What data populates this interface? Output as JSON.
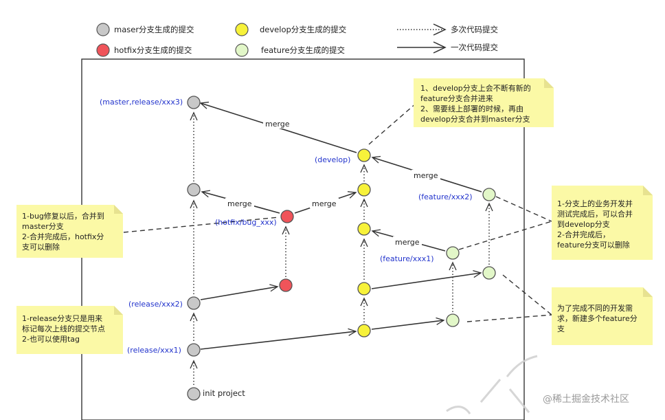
{
  "legend": {
    "master": "maser分支生成的提交",
    "hotfix": "hotfix分支生成的提交",
    "develop": "develop分支生成的提交",
    "feature": "feature分支生成的提交",
    "multi": "多次代码提交",
    "single": "一次代码提交"
  },
  "colors": {
    "master": "#c8c8c8",
    "hotfix": "#f0545a",
    "develop": "#f7f23a",
    "feature": "#e2f7c8",
    "branch_label": "#2233cc",
    "note_bg": "#fbf9a6",
    "note_fold": "#e7e290"
  },
  "branch_labels": {
    "master_release3": "(master,release/xxx3)",
    "release2": "(release/xxx2)",
    "release1": "(release/xxx1)",
    "init": "init project",
    "develop": "(develop)",
    "hotfix": "(hotfix/bug_xxx)",
    "feature2": "(feature/xxx2)",
    "feature1": "(feature/xxx1)"
  },
  "merge_label": "merge",
  "notes": {
    "develop_note": [
      "1、develop分支上会不断有新的",
      "feature分支合并进来",
      "2、需要线上部署的时候，再由",
      "develop分支合并到master分支"
    ],
    "hotfix_note": [
      "1-bug修复以后，合并到",
      "master分支",
      "2-合并完成后，hotfix分",
      "支可以删除"
    ],
    "feature_note": [
      "1-分支上的业务开发并",
      "测试完成后，可以合并",
      "到develop分支",
      "2-合并完成后，",
      "feature分支可以删除"
    ],
    "release_note": [
      "1-release分支只是用来",
      "标记每次上线的提交节点",
      "2-也可以使用tag"
    ],
    "new_feature_note": [
      "为了完成不同的开发需",
      "求，新建多个feature分",
      "支"
    ]
  },
  "watermark": "@稀土掘金技术社区"
}
